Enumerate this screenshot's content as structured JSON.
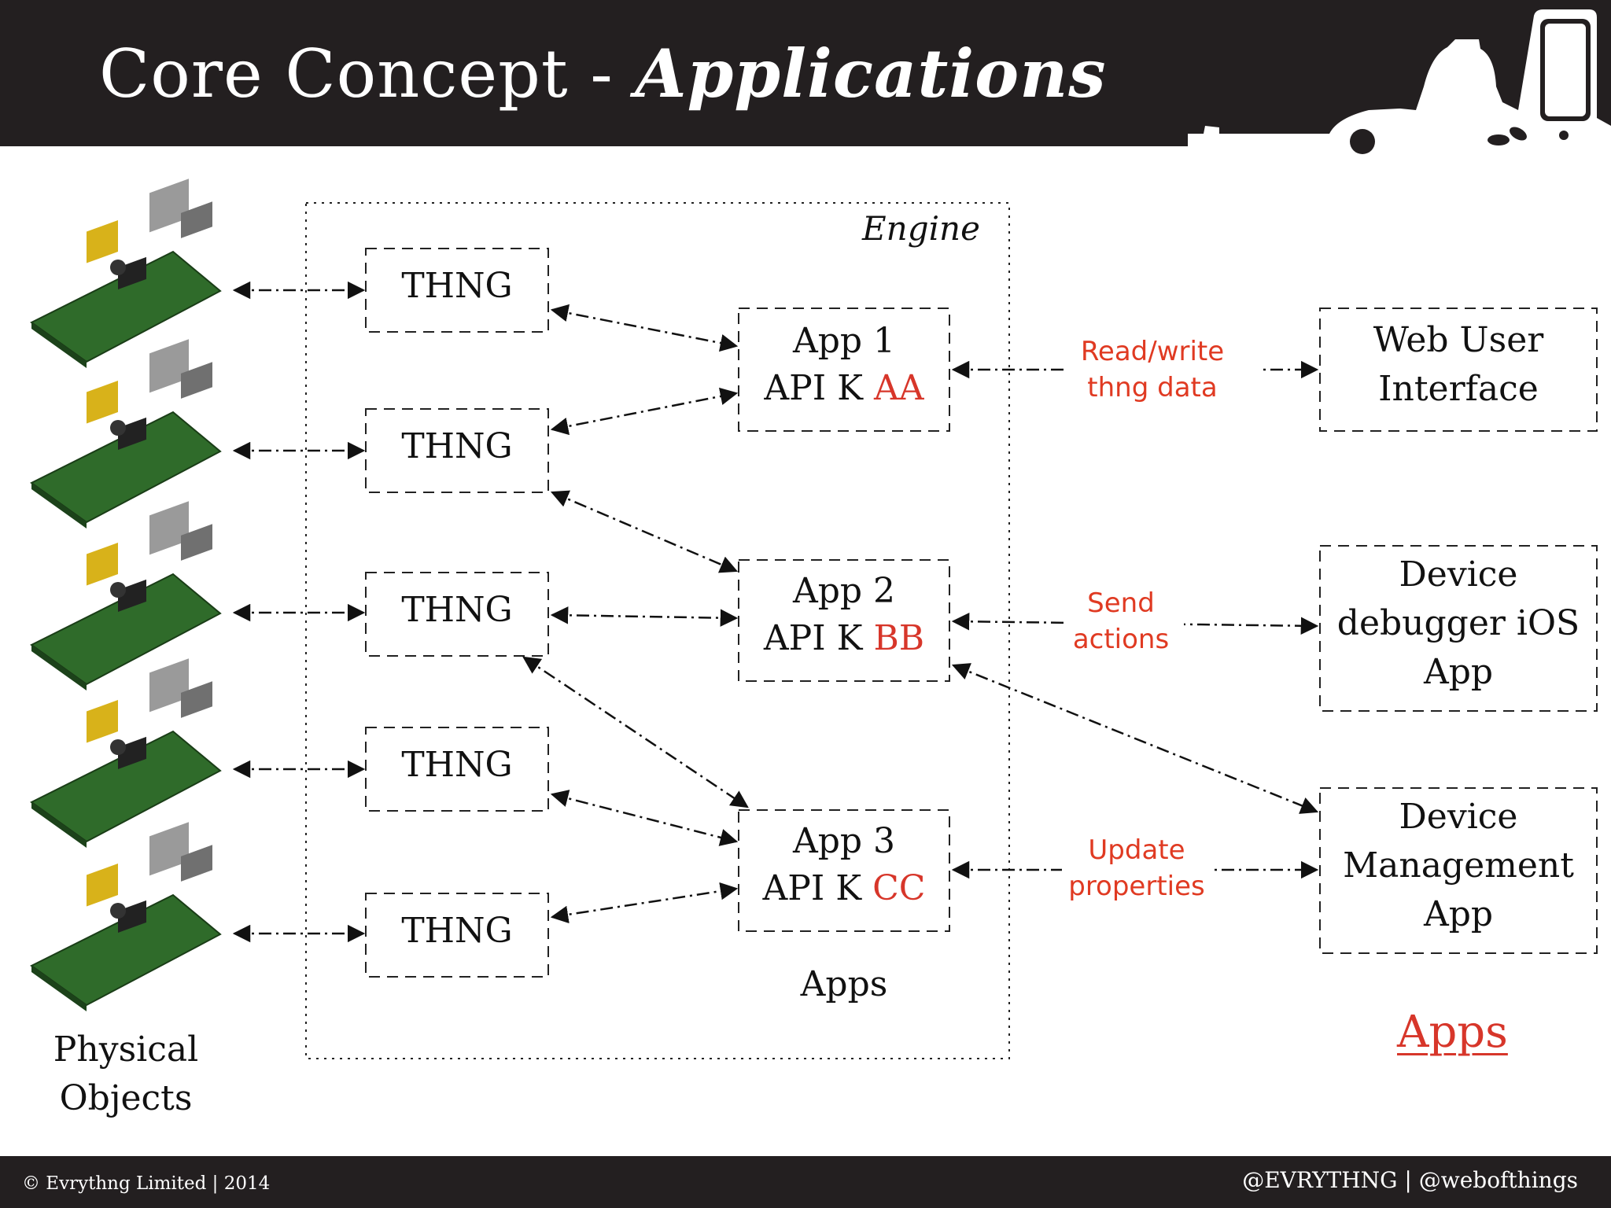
{
  "header": {
    "title_plain": "Core Concept - ",
    "title_emphasis": "Applications"
  },
  "diagram": {
    "engine_label": "Engine",
    "thngs": [
      "THNG",
      "THNG",
      "THNG",
      "THNG",
      "THNG"
    ],
    "apps": [
      {
        "name": "App 1",
        "key_prefix": "API K ",
        "key": "AA"
      },
      {
        "name": "App 2",
        "key_prefix": "API K ",
        "key": "BB"
      },
      {
        "name": "App 3",
        "key_prefix": "API K ",
        "key": "CC"
      }
    ],
    "apps_caption": "Apps",
    "clients": [
      {
        "line1": "Web User",
        "line2": "Interface",
        "line3": ""
      },
      {
        "line1": "Device",
        "line2": "debugger iOS",
        "line3": "App"
      },
      {
        "line1": "Device",
        "line2": "Management",
        "line3": "App"
      }
    ],
    "edge_labels": [
      {
        "line1": "Read/write",
        "line2": "thng data"
      },
      {
        "line1": "Send",
        "line2": "actions"
      },
      {
        "line1": "Update",
        "line2": "properties"
      }
    ],
    "physical_objects": {
      "line1": "Physical",
      "line2": "Objects"
    },
    "apps_right": "Apps"
  },
  "footer": {
    "left": "© Evrythng Limited | 2014",
    "right": "@EVRYTHNG | @webofthings"
  },
  "colors": {
    "header_bg": "#231f20",
    "accent_red": "#d7362a",
    "edge_label_red": "#e03a22",
    "board_green": "#2f6b2a"
  }
}
